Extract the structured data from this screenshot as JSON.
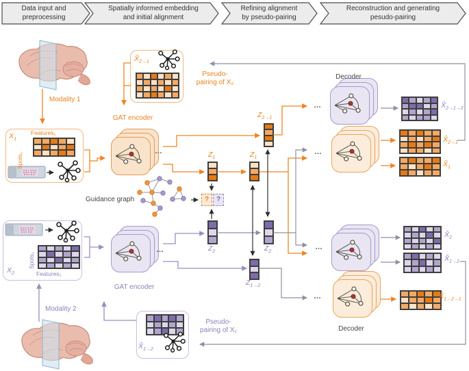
{
  "banner": {
    "steps": [
      {
        "line1": "Data input and",
        "line2": "preprocessing"
      },
      {
        "line1": "Spatially informed embedding",
        "line2": "and initial alignment"
      },
      {
        "line1": "Refining alignment",
        "line2": "by pseudo-pairing"
      },
      {
        "line1": "Reconstruction and generating",
        "line2": "pesudo-pairing"
      }
    ]
  },
  "labels": {
    "modality1": "Modality 1",
    "modality2": "Modality 2",
    "gat_encoder": "GAT encoder",
    "decoder": "Decoder",
    "guidance_graph": "Guidance graph",
    "pseudo2_line1": "Pseudo-",
    "pseudo2_line2": "pairing of X₂",
    "pseudo1_line1": "Pseudo-",
    "pseudo1_line2": "pairing of X₁",
    "features1": "Features₁",
    "spots1": "Spots₁",
    "features2": "Features₂",
    "spots2": "Spots₂",
    "ellipsis": "…",
    "q_left": "?",
    "q_right": "?"
  },
  "math": {
    "x1": {
      "b": "X",
      "s": "1"
    },
    "x2": {
      "b": "X",
      "s": "2"
    },
    "z1": {
      "b": "Z",
      "s": "1"
    },
    "z2": {
      "b": "Z",
      "s": "2"
    },
    "z21": {
      "b": "Z",
      "s": "2→1"
    },
    "z12": {
      "b": "Z",
      "s": "1→2"
    },
    "xh21": {
      "b": "X",
      "h": 1,
      "s": "2→1"
    },
    "xh12": {
      "b": "X",
      "h": 1,
      "s": "1→2"
    },
    "xh212": {
      "b": "X",
      "h": 1,
      "s": "2→1→2"
    },
    "xh121": {
      "b": "X",
      "h": 1,
      "s": "1→2→1"
    },
    "xh1": {
      "b": "X",
      "h": 1,
      "s": "1"
    },
    "xh2": {
      "b": "X",
      "h": 1,
      "s": "2"
    }
  },
  "palette": {
    "orange": [
      "#fbe2c8",
      "#f3a963",
      "#e87a14"
    ],
    "purple": [
      "#ddd7ea",
      "#b1a5cd",
      "#7e6cab"
    ]
  },
  "matrices": {
    "x1": {
      "scheme": "orange",
      "cells": [
        [
          1,
          1,
          2,
          1,
          0
        ],
        [
          0,
          2,
          0,
          1,
          2
        ],
        [
          1,
          0,
          1,
          2,
          1
        ]
      ]
    },
    "x2": {
      "scheme": "purple",
      "cells": [
        [
          1,
          0,
          1,
          0,
          2
        ],
        [
          0,
          2,
          0,
          1,
          0
        ],
        [
          1,
          0,
          2,
          0,
          1
        ],
        [
          0,
          1,
          0,
          1,
          0
        ]
      ]
    },
    "px21": {
      "scheme": "orange",
      "cells": [
        [
          1,
          0,
          2,
          0,
          1,
          0
        ],
        [
          0,
          1,
          0,
          1,
          0,
          1
        ],
        [
          1,
          0,
          1,
          0,
          2,
          0
        ],
        [
          0,
          1,
          2,
          1,
          0,
          1
        ]
      ]
    },
    "px12": {
      "scheme": "purple",
      "cells": [
        [
          1,
          2,
          1,
          2,
          1
        ],
        [
          0,
          1,
          0,
          1,
          0
        ],
        [
          0,
          1,
          2,
          0,
          1
        ]
      ]
    },
    "o212": {
      "scheme": "purple",
      "cells": [
        [
          2,
          1,
          0,
          1,
          2
        ],
        [
          1,
          2,
          2,
          0,
          1
        ],
        [
          0,
          1,
          0,
          1,
          2
        ],
        [
          1,
          0,
          1,
          1,
          0
        ]
      ]
    },
    "o21": {
      "scheme": "orange",
      "cells": [
        [
          2,
          1,
          2,
          1,
          1
        ],
        [
          0,
          1,
          0,
          1,
          2
        ],
        [
          1,
          2,
          1,
          2,
          1
        ],
        [
          0,
          1,
          1,
          0,
          1
        ]
      ]
    },
    "o1": {
      "scheme": "orange",
      "cells": [
        [
          1,
          2,
          1,
          1,
          2
        ],
        [
          1,
          0,
          1,
          2,
          1
        ],
        [
          2,
          1,
          0,
          1,
          1
        ]
      ]
    },
    "o2": {
      "scheme": "purple",
      "cells": [
        [
          1,
          0,
          2,
          0,
          1
        ],
        [
          0,
          1,
          0,
          2,
          0
        ],
        [
          1,
          0,
          1,
          0,
          2
        ],
        [
          0,
          1,
          0,
          1,
          0
        ]
      ]
    },
    "o12": {
      "scheme": "purple",
      "cells": [
        [
          1,
          2,
          0,
          1,
          0
        ],
        [
          0,
          1,
          2,
          0,
          1
        ],
        [
          0,
          1,
          0,
          1,
          0
        ]
      ]
    },
    "o121": {
      "scheme": "orange",
      "cells": [
        [
          1,
          1,
          2,
          1,
          2
        ],
        [
          0,
          1,
          1,
          2,
          1
        ],
        [
          1,
          0,
          1,
          0,
          1
        ]
      ]
    }
  },
  "vectors": {
    "z1": {
      "scheme": "orange",
      "cells": [
        0,
        1,
        2
      ]
    },
    "z2": {
      "scheme": "purple",
      "cells": [
        2,
        0,
        1
      ]
    },
    "z21": {
      "scheme": "orange",
      "cells": [
        2,
        1,
        2,
        0
      ]
    },
    "z12": {
      "scheme": "purple",
      "cells": [
        2,
        0,
        2
      ]
    }
  },
  "colors": {
    "accent_orange": "#e8821e",
    "accent_purple": "#8f81ba",
    "arrow_gray": "#8f8fa4",
    "arrow_black": "#2e2e2e",
    "banner_fill": "#ececec",
    "banner_border": "#4c4c4c"
  }
}
